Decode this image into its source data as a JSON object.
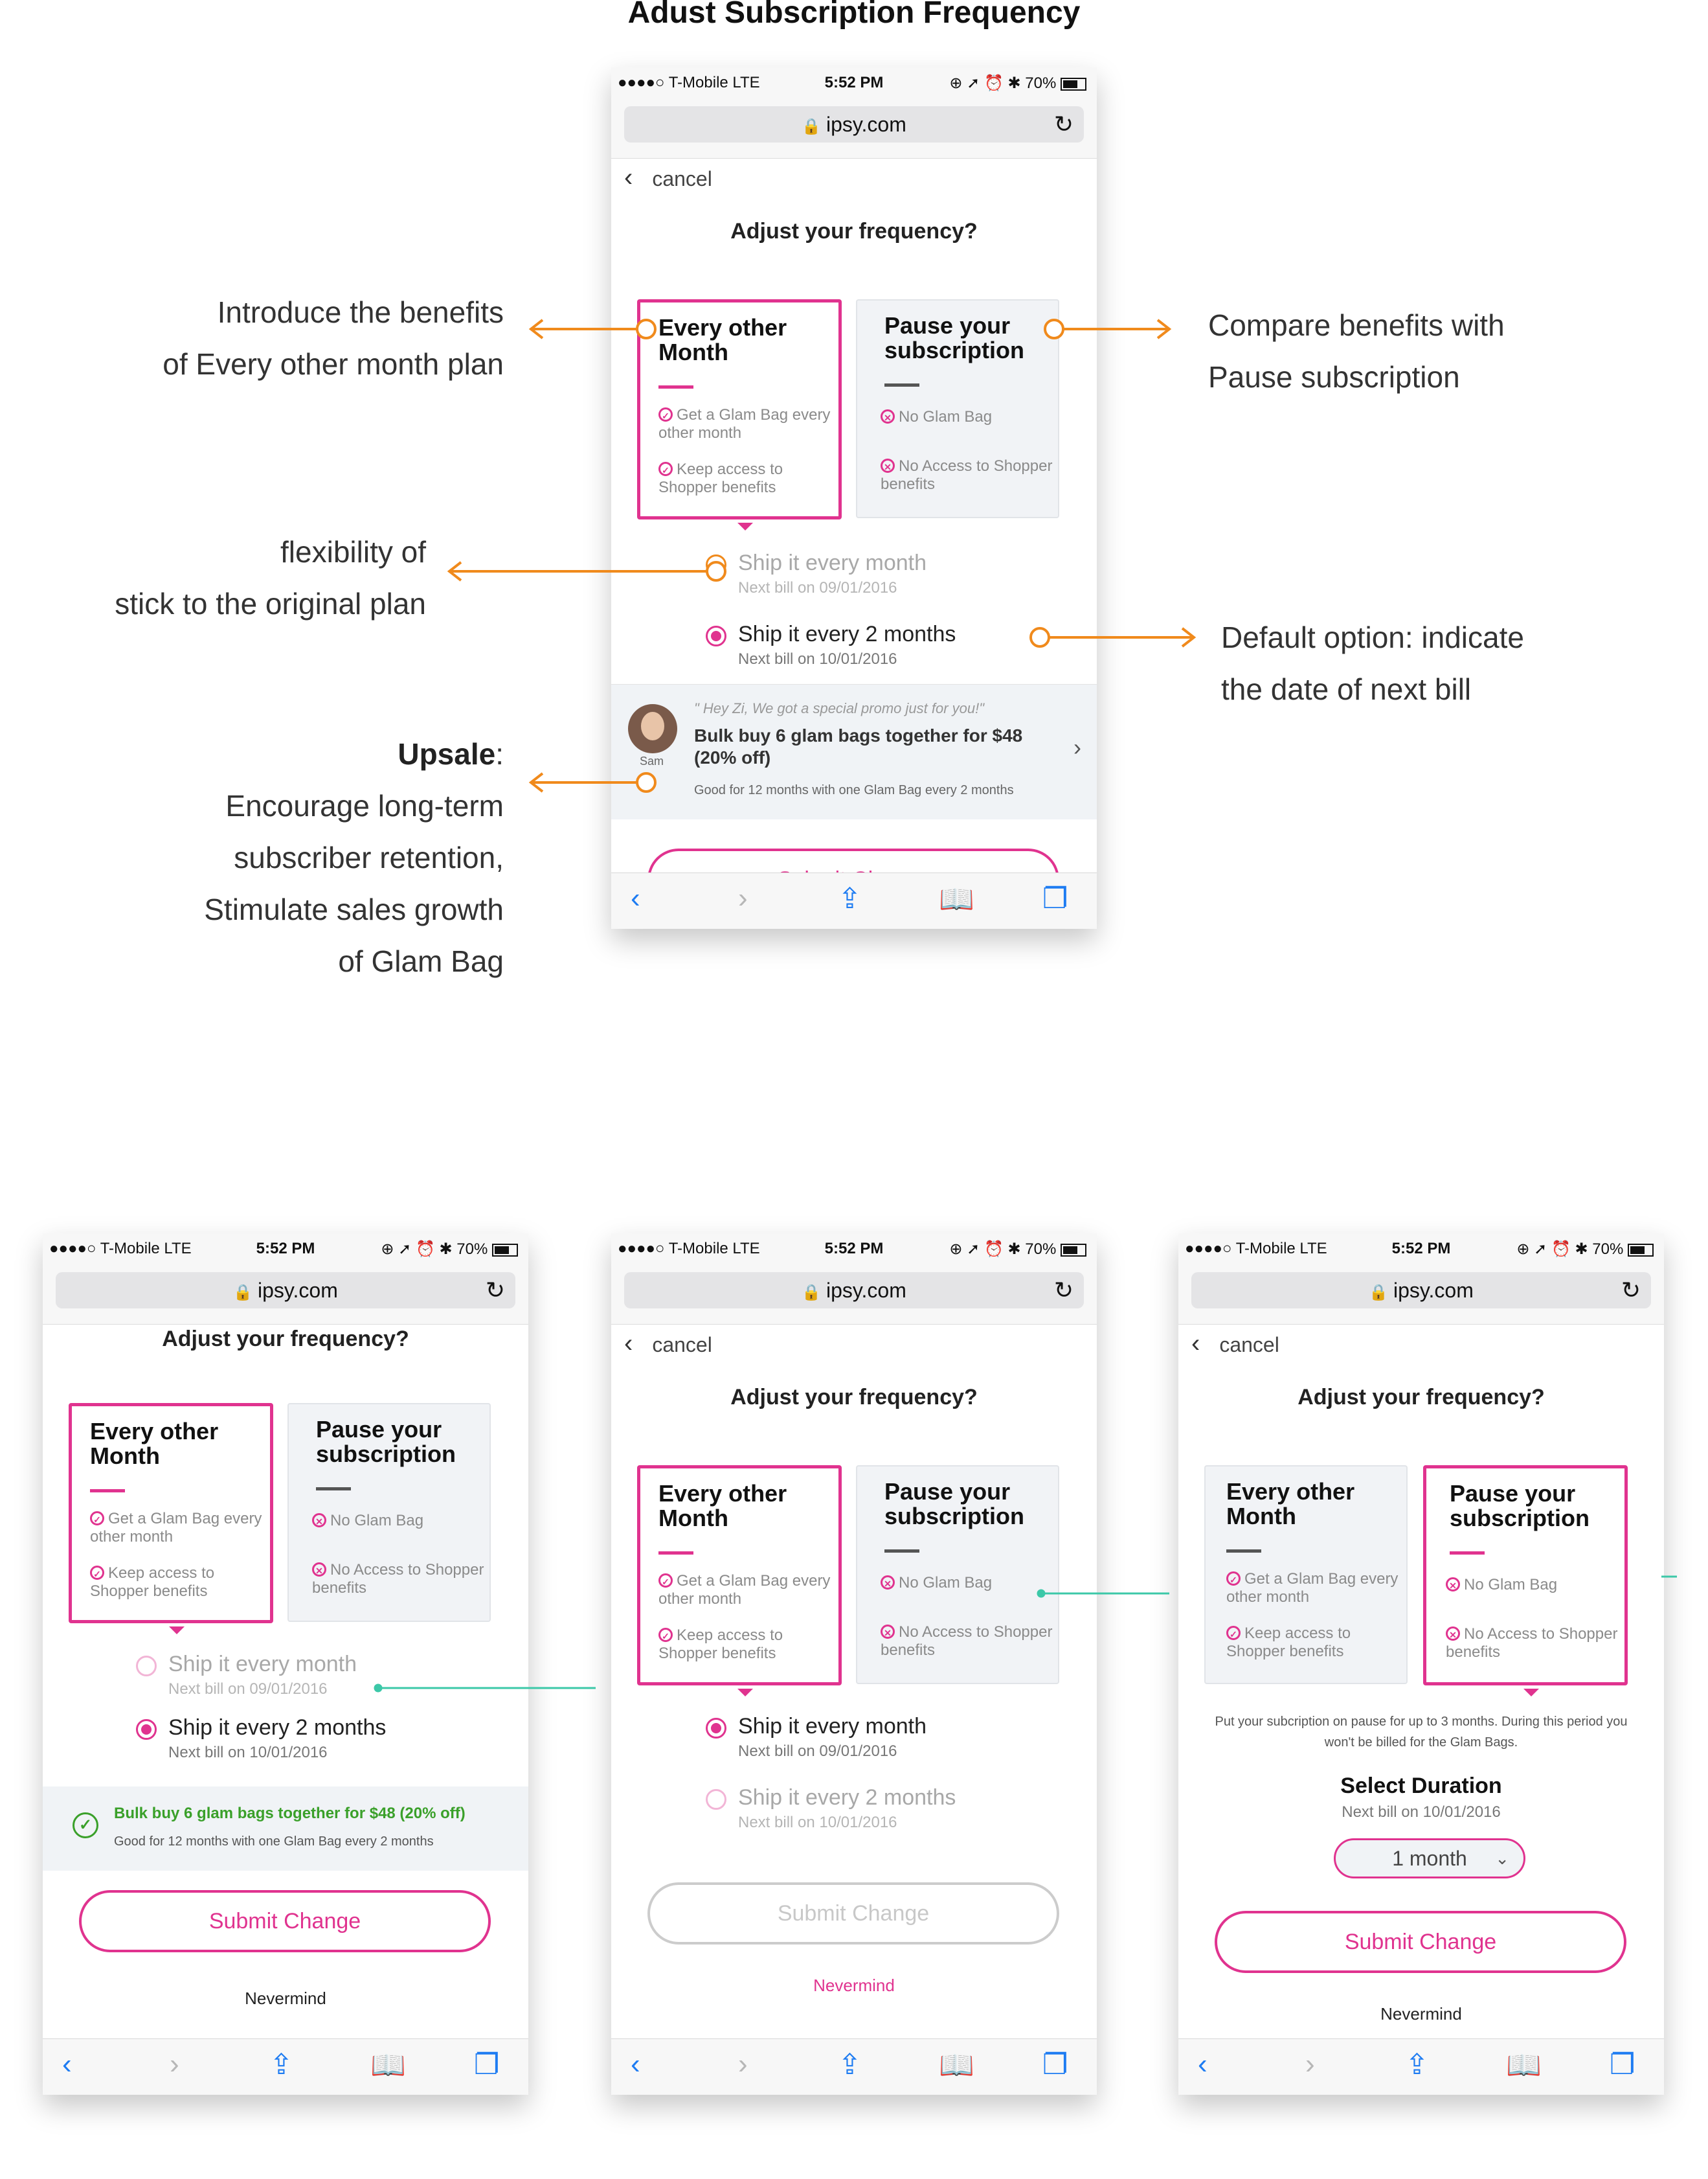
{
  "page_title": "Adust Subscription Frequency",
  "status": {
    "carrier": "●●●●○ T-Mobile  LTE",
    "time": "5:52 PM",
    "right": "⊕ ➚ ⏰ ✱ 70%"
  },
  "url": "ipsy.com",
  "cancel_label": "cancel",
  "heading": "Adjust your frequency?",
  "card_every": {
    "title": "Every other Month",
    "b1": "Get a Glam Bag every other month",
    "b2": "Keep access to Shopper benefits"
  },
  "card_pause": {
    "title": "Pause your subscription",
    "b1": "No Glam Bag",
    "b2": "No Access to Shopper benefits"
  },
  "opt_every_month": {
    "label": "Ship it every month",
    "sub": "Next bill on 09/01/2016"
  },
  "opt_two_months": {
    "label": "Ship it every 2 months",
    "sub": "Next bill on 10/01/2016"
  },
  "promo": {
    "quote": "\" Hey Zi, We got a special promo just for you!\"",
    "offer": "Bulk buy 6 glam bags together for $48 (20% off)",
    "note": "Good for 12 months with one Glam Bag every 2 months",
    "agent": "Sam",
    "applied": "Bulk buy 6 glam bags together for $48 (20% off)"
  },
  "submit_label": "Submit Change",
  "nevermind_label": "Nevermind",
  "pause": {
    "note": "Put your subcription on pause for up to 3 months. During this period you won't be billed for the Glam Bags.",
    "select_title": "Select Duration",
    "select_sub": "Next bill on 10/01/2016",
    "duration": "1 month"
  },
  "annotations": {
    "a1_l1": "Introduce the benefits",
    "a1_l2": "of Every other month plan",
    "a2_l1": "Compare benefits with",
    "a2_l2": "Pause subscription",
    "a3_l1": "flexibility of",
    "a3_l2": "stick to the original plan",
    "a4_l1": "Default option: indicate",
    "a4_l2": "the date of next bill",
    "a5_bold": "Upsale",
    "a5_colon": ":",
    "a5_l2": "Encourage long-term",
    "a5_l3": "subscriber retention,",
    "a5_l4": "Stimulate sales growth",
    "a5_l5": "of Glam Bag"
  },
  "colors": {
    "accent": "#e0338f",
    "annotation": "#f08a1c",
    "connector": "#3cc8a8",
    "success": "#3aa02a"
  }
}
